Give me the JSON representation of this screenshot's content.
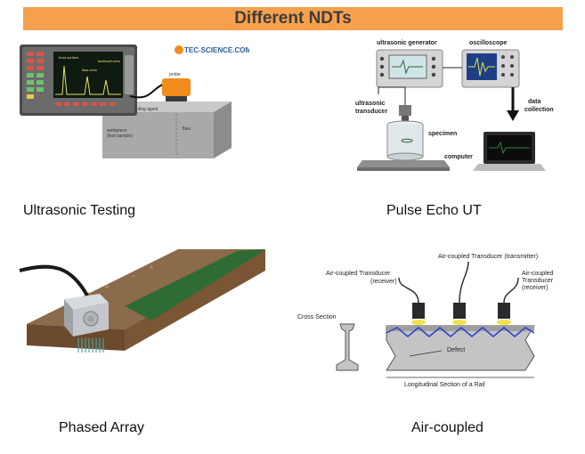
{
  "title": "Different NDTs",
  "methods": [
    {
      "caption": "Ultrasonic Testing",
      "watermark": "TEC-SCIENCE.COM"
    },
    {
      "caption": "Pulse Echo UT",
      "labels": {
        "generator": "ultrasonic generator",
        "oscilloscope": "oscilloscope",
        "data": "data",
        "collection": "collection",
        "transducer1": "ultrasonic",
        "transducer2": "transducer",
        "specimen": "specimen",
        "computer": "computer"
      }
    },
    {
      "caption": "Phased Array"
    },
    {
      "caption": "Air-coupled",
      "labels": {
        "transmitter": "Air-coupled Transducer (transmitter)",
        "rx_left_1": "Air-coupled Transducer",
        "rx_left_2": "(receiver)",
        "rx_right_1": "Air-coupled",
        "rx_right_2": "Transducer",
        "rx_right_3": "(receiver)",
        "cross_section": "Cross Section",
        "defect": "Defect",
        "longitudinal": "Longitudinal Section of a Rail"
      }
    }
  ],
  "colors": {
    "banner": "#f6a04d",
    "grass": "#2f6b35",
    "soil": "#7a5a3a",
    "orange": "#f28c1a"
  }
}
